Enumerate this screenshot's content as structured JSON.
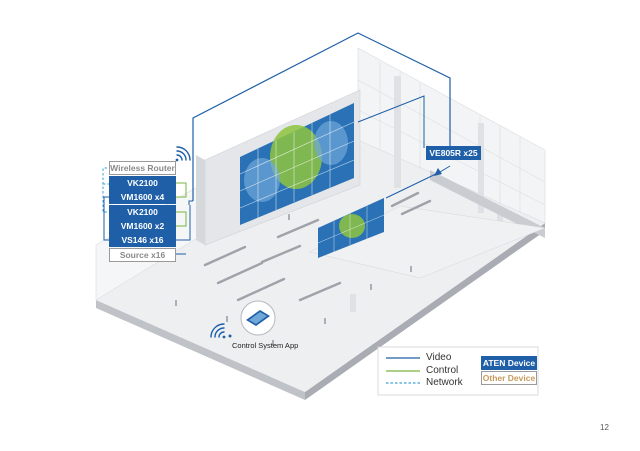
{
  "devices": {
    "wireless_router": "Wireless Router",
    "vk2100_top": "VK2100",
    "vm1600_x4": "VM1600 x4",
    "vk2100_bottom": "VK2100",
    "vm1600_x2": "VM1600 x2",
    "vs146_x16": "VS146 x16",
    "source_x16": "Source x16",
    "ve805r_x25": "VE805R x25"
  },
  "control_app_label": "Control System App",
  "legend": {
    "video": "Video",
    "control": "Control",
    "network": "Network",
    "aten_device": "ATEN Device",
    "other_device": "Other Device"
  },
  "colors": {
    "video": "#1e5fa8",
    "control": "#7ab540",
    "network": "#3aa0d8",
    "aten_device": "#1e5fa8",
    "other_device": "#9a9a9a"
  },
  "page_number": "12"
}
